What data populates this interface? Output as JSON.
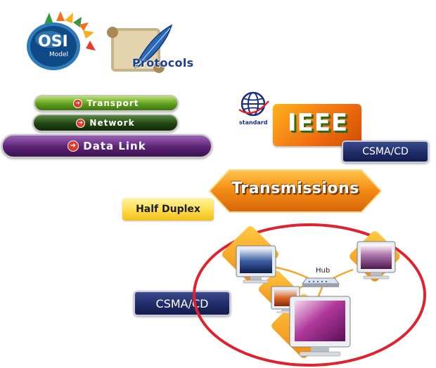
{
  "logos": {
    "osi": {
      "line1": "OSI",
      "line2": "Model"
    },
    "protocols": "Protocols"
  },
  "layers": [
    {
      "label": "Transport",
      "color": "#5f9e1d"
    },
    {
      "label": "Network",
      "color": "#1f4512"
    },
    {
      "label": "Data Link",
      "color": "#5a2275"
    }
  ],
  "ieee": {
    "standard_label": "standard",
    "name": "IEEE"
  },
  "access_method_top": "CSMA/CD",
  "transmissions": "Transmissions",
  "duplex": "Half Duplex",
  "access_method_bottom": "CSMA/CD",
  "network": {
    "hub_label": "Hub"
  },
  "colors": {
    "orange": "#f28a12",
    "navy": "#1e2a66",
    "ring_red": "#e0222e",
    "cable": "#f5a623"
  }
}
